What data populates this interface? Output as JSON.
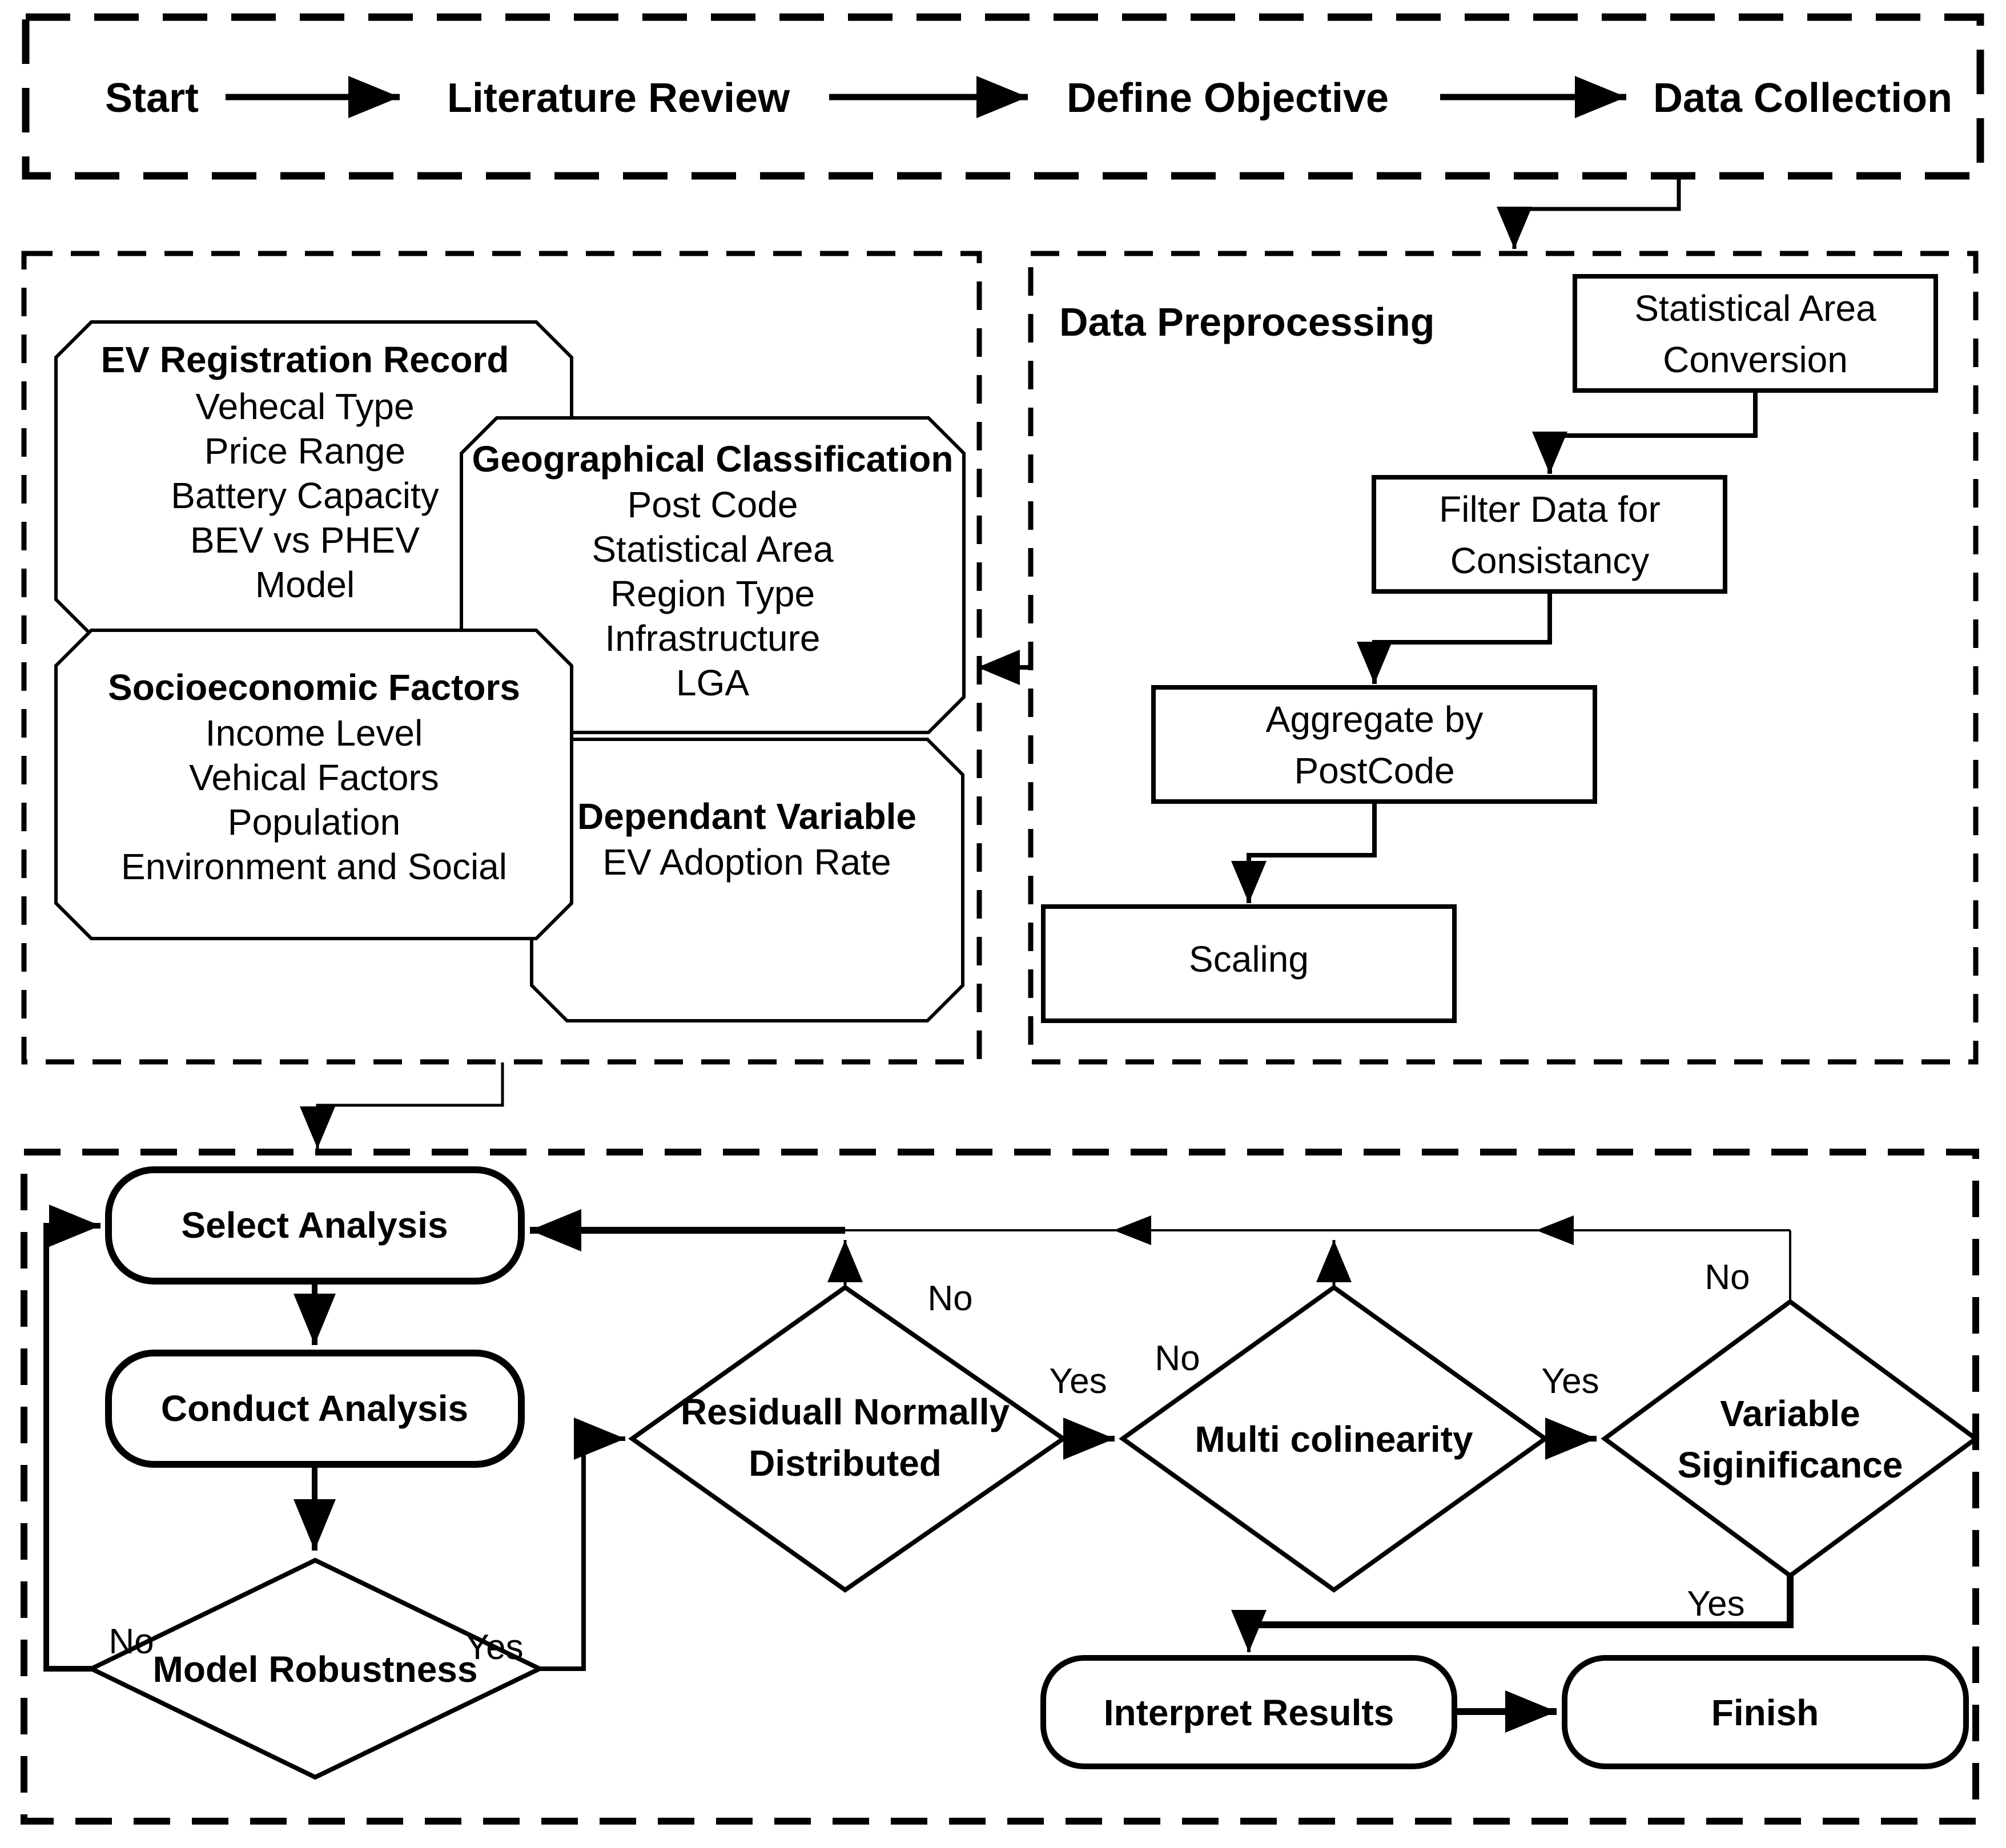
{
  "colors": {
    "ink": "#000000",
    "background": "#ffffff"
  },
  "top_flow": {
    "steps": [
      "Start",
      "Literature Review",
      "Define Objective",
      "Data Collection"
    ]
  },
  "variables": {
    "ev_record": {
      "title": "EV Registration Record",
      "items": [
        "Vehecal Type",
        "Price Range",
        "Battery Capacity",
        "BEV vs PHEV",
        "Model"
      ]
    },
    "geographical": {
      "title": "Geographical Classification",
      "items": [
        "Post Code",
        "Statistical Area",
        "Region Type",
        "Infrastructure",
        "LGA"
      ]
    },
    "socioeconomic": {
      "title": "Socioeconomic Factors",
      "items": [
        "Income Level",
        "Vehical Factors",
        "Population",
        "Environment and Social"
      ]
    },
    "dependant": {
      "title": "Dependant Variable",
      "items": [
        "EV Adoption Rate"
      ]
    }
  },
  "preprocessing": {
    "title": "Data Preprocessing",
    "steps": [
      {
        "lines": [
          "Statistical Area",
          "Conversion"
        ]
      },
      {
        "lines": [
          "Filter Data for",
          "Consistancy"
        ]
      },
      {
        "lines": [
          "Aggregate by",
          "PostCode"
        ]
      },
      {
        "lines": [
          "Scaling"
        ]
      }
    ]
  },
  "analysis": {
    "select": "Select Analysis",
    "conduct": "Conduct Analysis",
    "model_robustness": {
      "label": "Model Robustness",
      "no": "No",
      "yes": "Yes"
    },
    "residual": {
      "lines": [
        "Residuall Normally",
        "Distributed"
      ],
      "no": "No",
      "yes": "Yes"
    },
    "multicolinearity": {
      "label": "Multi colinearity",
      "no": "No",
      "yes": "Yes"
    },
    "variable_significance": {
      "lines": [
        "Variable",
        "Siginificance"
      ],
      "no": "No",
      "yes": "Yes"
    },
    "interpret": "Interpret Results",
    "finish": "Finish"
  }
}
